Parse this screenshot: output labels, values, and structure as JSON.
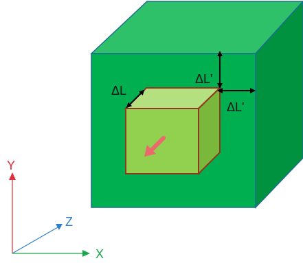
{
  "labels": {
    "delta_l": "ΔL",
    "delta_l_prime_top": "ΔL'",
    "delta_l_prime_side": "ΔL'"
  },
  "axes": {
    "y": "Y",
    "z": "Z",
    "x": "X"
  },
  "colors": {
    "outer_front": "#00b050",
    "outer_top": "#2fc06a",
    "outer_side": "#00923f",
    "outer_edge": "#1b6e8c",
    "inner_front": "#92d050",
    "inner_top": "#b5e07f",
    "inner_side": "#79b83a",
    "inner_edge": "#8b3a1f",
    "force_arrow": "#e86a6a",
    "dimension_arrow": "#000000",
    "axis_y": "#e0303a",
    "axis_z": "#2f7fc8",
    "axis_x": "#1aa84d"
  }
}
